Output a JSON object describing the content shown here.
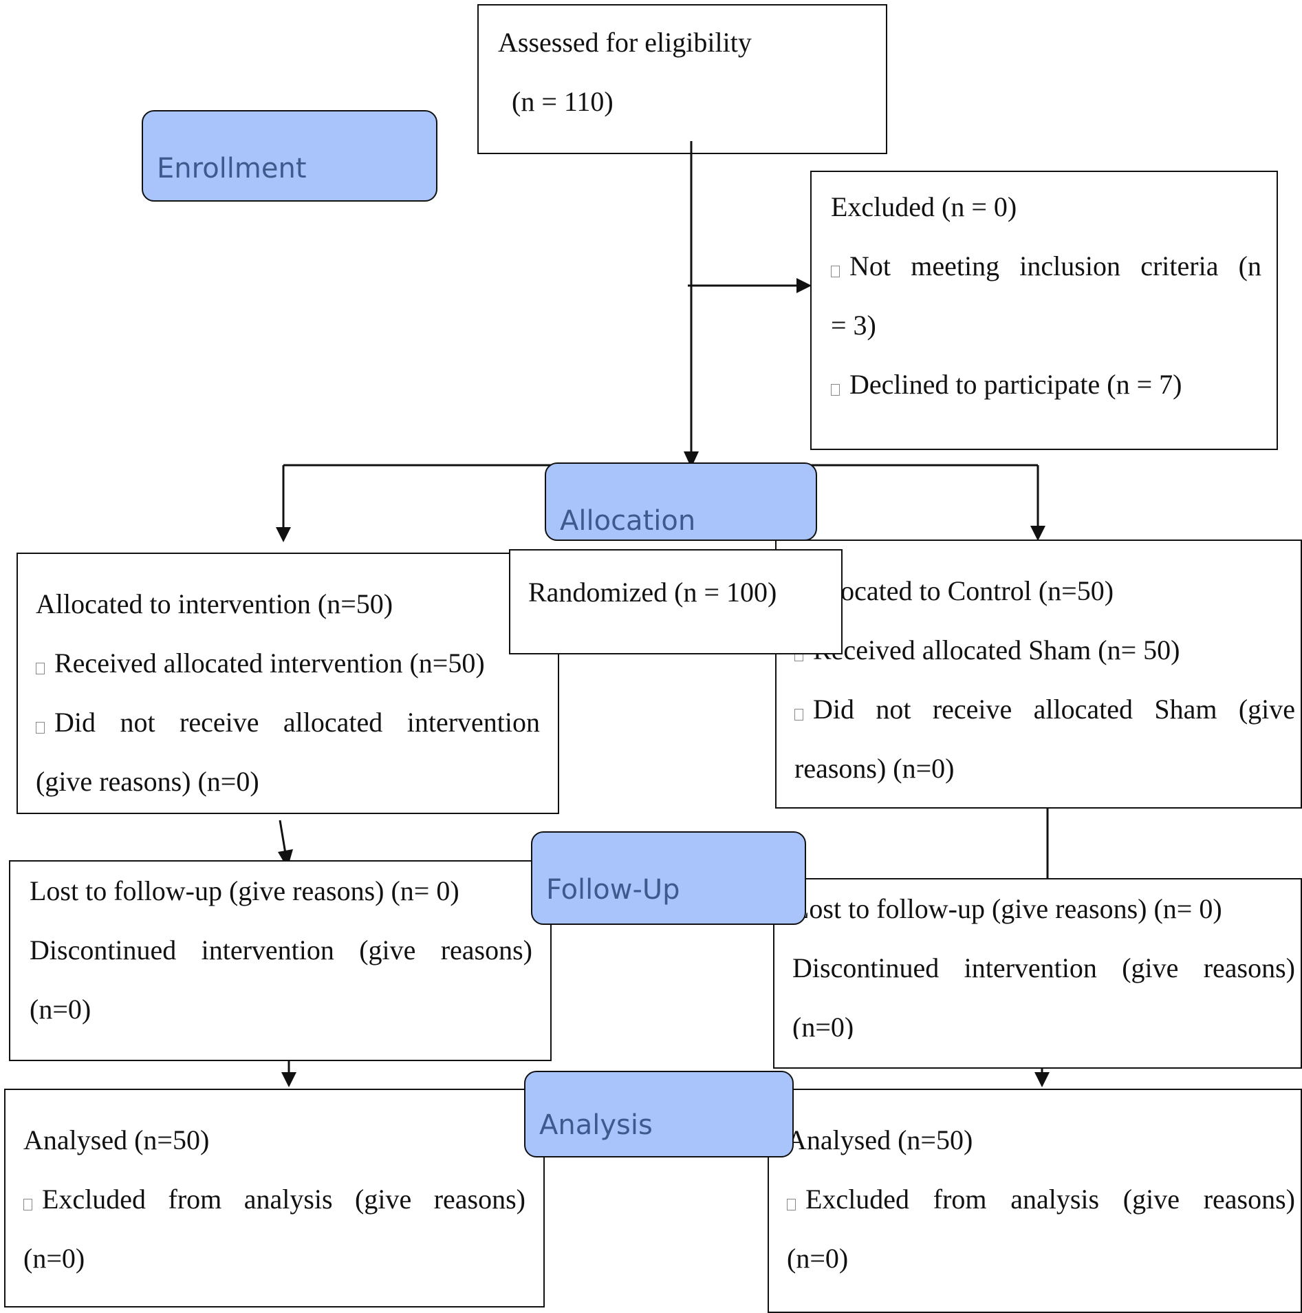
{
  "stages": {
    "enrollment": "Enrollment",
    "allocation": "Allocation",
    "follow_up": "Follow-Up",
    "analysis": "Analysis"
  },
  "assessed": {
    "line1": "Assessed for eligibility",
    "line2": "(n = 110)"
  },
  "excluded": {
    "title": "Excluded (n = 0)",
    "item1_a": "Not meeting inclusion criteria (n",
    "item1_b": "= 3)",
    "item2": "Declined to participate (n = 7)"
  },
  "randomized": "Randomized (n = 100)",
  "intervention_arm": {
    "allocated": "Allocated to intervention (n=50)",
    "received": "Received allocated intervention (n=50)",
    "not_received_a": "Did not receive allocated intervention",
    "not_received_b": "(give reasons) (n=0)",
    "lost": "Lost to follow-up (give reasons) (n= 0)",
    "discontinued_a": "Discontinued intervention (give reasons)",
    "discontinued_b": "(n=0)",
    "analysed": "Analysed (n=50)",
    "excluded_a": "Excluded from analysis (give reasons)",
    "excluded_b": "(n=0)"
  },
  "control_arm": {
    "allocated": "Allocated to Control (n=50)",
    "received": "Received allocated Sham (n= 50)",
    "not_received_a": "Did not receive allocated Sham (give",
    "not_received_b": "reasons) (n=0)",
    "lost": "Lost to follow-up (give reasons) (n= 0)",
    "discontinued_a": "Discontinued intervention (give reasons)",
    "discontinued_b": "(n=0)",
    "analysed": "Analysed (n=50)",
    "excluded_a": "Excluded from analysis (give reasons)",
    "excluded_b": "(n=0)"
  },
  "colors": {
    "stage_fill": "#a9c4fb",
    "stage_text": "#3d5a8c",
    "line": "#111111"
  },
  "icons": {
    "bullet": "checkbox-square-icon",
    "arrow": "arrowhead-icon"
  }
}
